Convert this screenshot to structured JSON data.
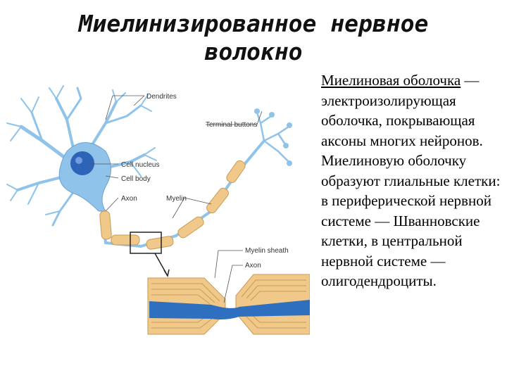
{
  "title_line1": "Миелинизированное нервное",
  "title_line2": "волокно",
  "description": {
    "term": "Миелиновая оболочка",
    "text": " — электроизолирующая оболочка, покрывающая аксоны многих нейронов. Миелиновую оболочку образуют глиальные клетки: в периферической нервной системе — Шванновские клетки, в центральной нервной системе — олигодендроциты."
  },
  "diagram_labels": {
    "dendrites": "Dendrites",
    "terminal_buttons": "Terminal buttons",
    "cell_nucleus": "Cell nucleus",
    "cell_body": "Cell body",
    "axon": "Axon",
    "myelin": "Myelin",
    "myelin_sheath": "Myelin sheath",
    "axon_detail": "Axon"
  },
  "colors": {
    "cell": "#8fc3ea",
    "nucleus": "#2d64b8",
    "myelin": "#f0c98a",
    "myelin_edge": "#c89a55",
    "axon_core": "#2f6fc0"
  }
}
